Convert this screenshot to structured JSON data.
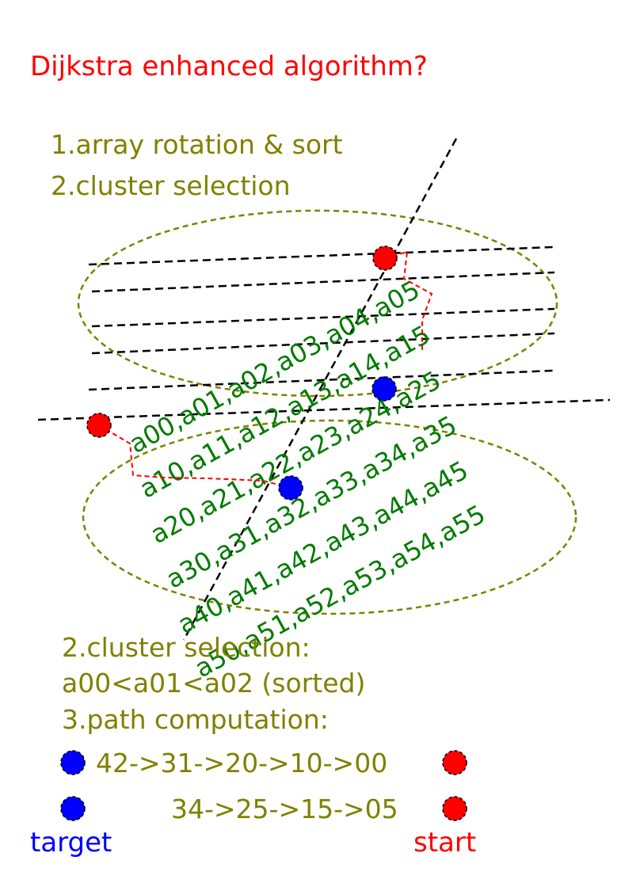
{
  "title": "Dijkstra enhanced algorithm?",
  "steps_top": [
    "1.array rotation  & sort",
    "2.cluster selection"
  ],
  "matrix_rows": [
    "a00,a01,a02,a03,a04,a05",
    "a10,a11,a12,a13,a14,a15",
    "a20,a21,a22,a23,a24,a25",
    "a30,a31,a32,a33,a34,a35",
    "a40,a41,a42,a43,a44,a45",
    "a50,a51,a52,a53,a54,a55"
  ],
  "steps_bottom": [
    "2.cluster selection:",
    "a00<a01<a02 (sorted)",
    "3.path computation:"
  ],
  "paths": [
    "42->31->20->10->00",
    "34->25->15->05"
  ],
  "legend": {
    "target": "target",
    "start": "start"
  },
  "colors": {
    "title": "#ff0000",
    "olive_text": "#808000",
    "matrix_text": "#007a00",
    "target_node": "#0000ff",
    "start_node": "#ff0000",
    "path_lines": "#ff0000"
  }
}
